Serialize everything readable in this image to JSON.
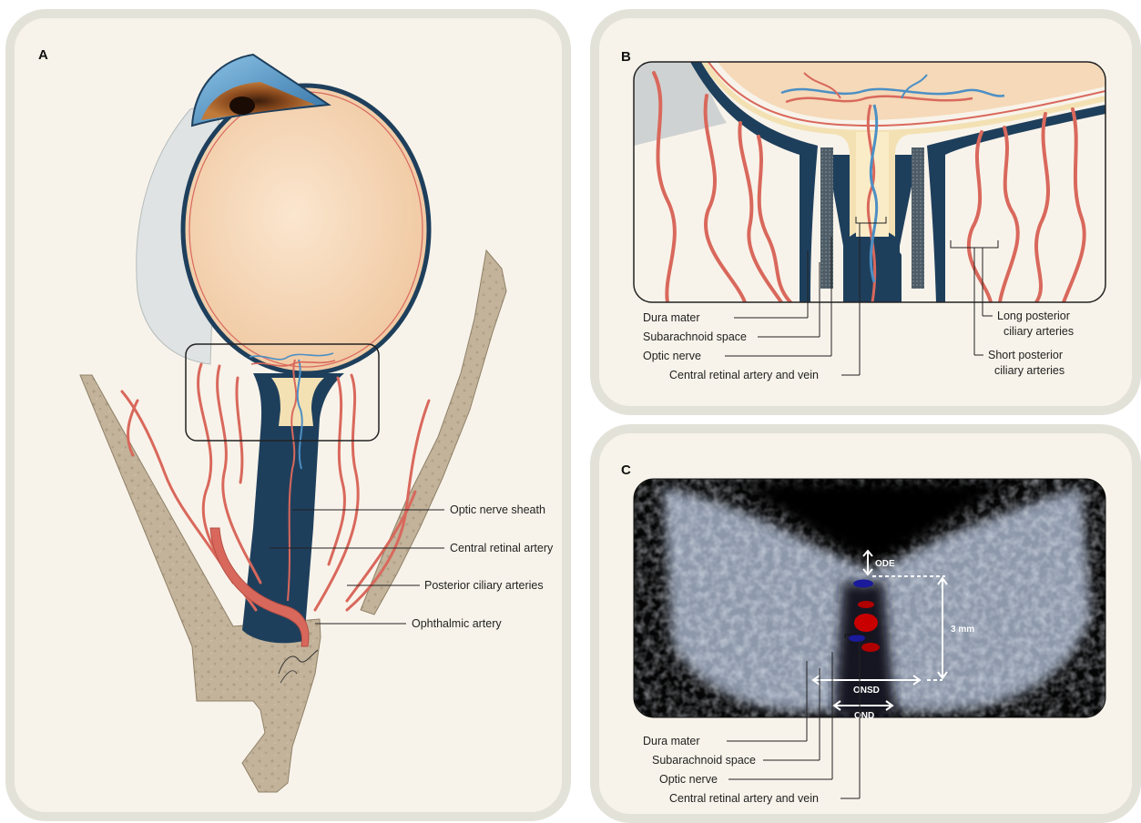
{
  "panels": {
    "a": {
      "letter": "A",
      "labels": {
        "optic_nerve_sheath": "Optic nerve sheath",
        "central_retinal_artery": "Central retinal artery",
        "posterior_ciliary_arteries": "Posterior ciliary arteries",
        "ophthalmic_artery": "Ophthalmic artery"
      }
    },
    "b": {
      "letter": "B",
      "labels": {
        "dura_mater": "Dura mater",
        "subarachnoid_space": "Subarachnoid space",
        "optic_nerve": "Optic nerve",
        "central_retinal_artery_vein": "Central retinal artery and vein",
        "long_posterior_1": "Long posterior",
        "long_posterior_2": "ciliary arteries",
        "short_posterior_1": "Short posterior",
        "short_posterior_2": "ciliary arteries"
      }
    },
    "c": {
      "letter": "C",
      "labels": {
        "ode": "ODE",
        "three_mm": "3 mm",
        "onsd": "ONSD",
        "ond": "OND",
        "dura_mater": "Dura mater",
        "subarachnoid_space": "Subarachnoid space",
        "optic_nerve": "Optic nerve",
        "central_retinal_artery_vein": "Central retinal artery and vein"
      }
    }
  },
  "colors": {
    "panel_bg": "#f8f3ea",
    "panel_border": "#e3e2d8",
    "bone": "#c2b39a",
    "sheath": "#1e3f5c",
    "artery": "#d9685c",
    "vein": "#4c8fc4",
    "eyeball": "#f5d9b8",
    "nerve_core": "#f3e1b3"
  }
}
